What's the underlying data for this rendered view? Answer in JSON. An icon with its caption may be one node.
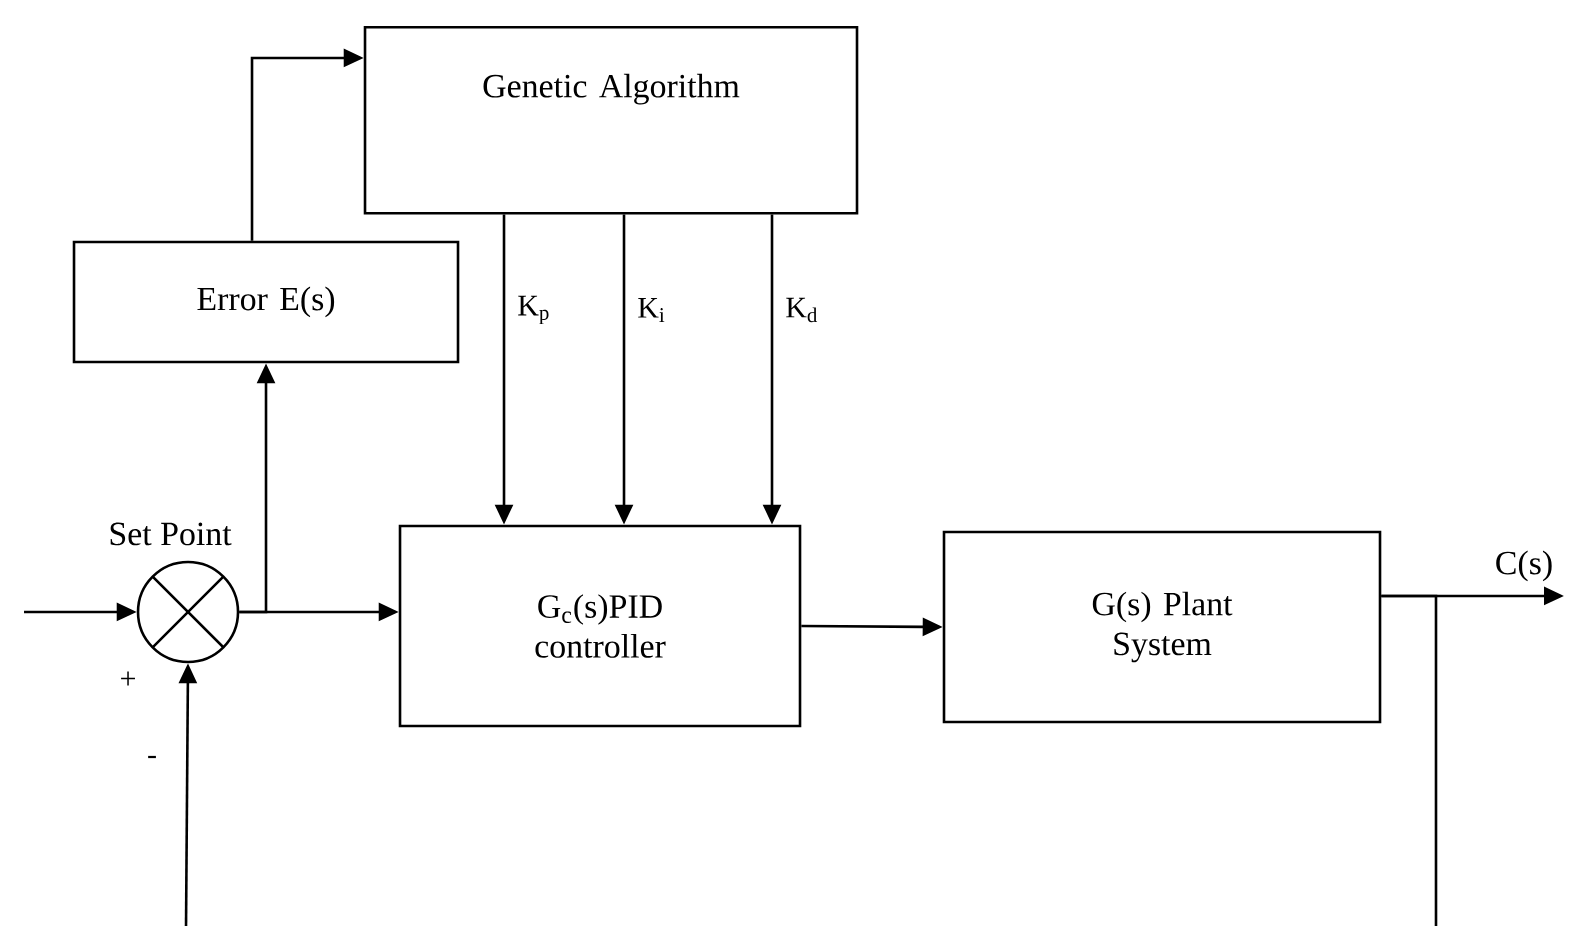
{
  "diagram": {
    "nodes": [
      {
        "text": [
          "Genetic Algorithm"
        ]
      },
      {
        "text": [
          "Error E(s)"
        ]
      },
      {
        "text": [],
        "shape": "circle"
      },
      {
        "text": [
          "G$_{c}$(s)PID controller"
        ]
      },
      {
        "text": [
          "G(s) Plant System"
        ]
      }
    ],
    "edges": [
      {
        "from": null,
        "to": 2,
        "arrow": "to"
      },
      {
        "from": 2,
        "to": 3,
        "arrow": "to"
      },
      {
        "from": 2,
        "to": 1,
        "arrow": "to"
      },
      {
        "from": 1,
        "to": 0,
        "arrow": "to"
      },
      {
        "from": 0,
        "to": 3,
        "arrow": "to",
        "label": "K$_{p}$"
      },
      {
        "from": 0,
        "to": 3,
        "arrow": "to",
        "label": "K$_{i}$"
      },
      {
        "from": 0,
        "to": 3,
        "arrow": "to",
        "label": "K$_{d}$"
      },
      {
        "from": 3,
        "to": 4,
        "arrow": "to"
      },
      {
        "from": 4,
        "to": null,
        "arrow": "to",
        "label": "C(s)"
      },
      {
        "from": 4,
        "to": null,
        "arrow": "none"
      },
      {
        "from": null,
        "to": 2,
        "arrow": "to"
      }
    ],
    "labels": [
      "Set Point",
      "+",
      "-"
    ]
  }
}
